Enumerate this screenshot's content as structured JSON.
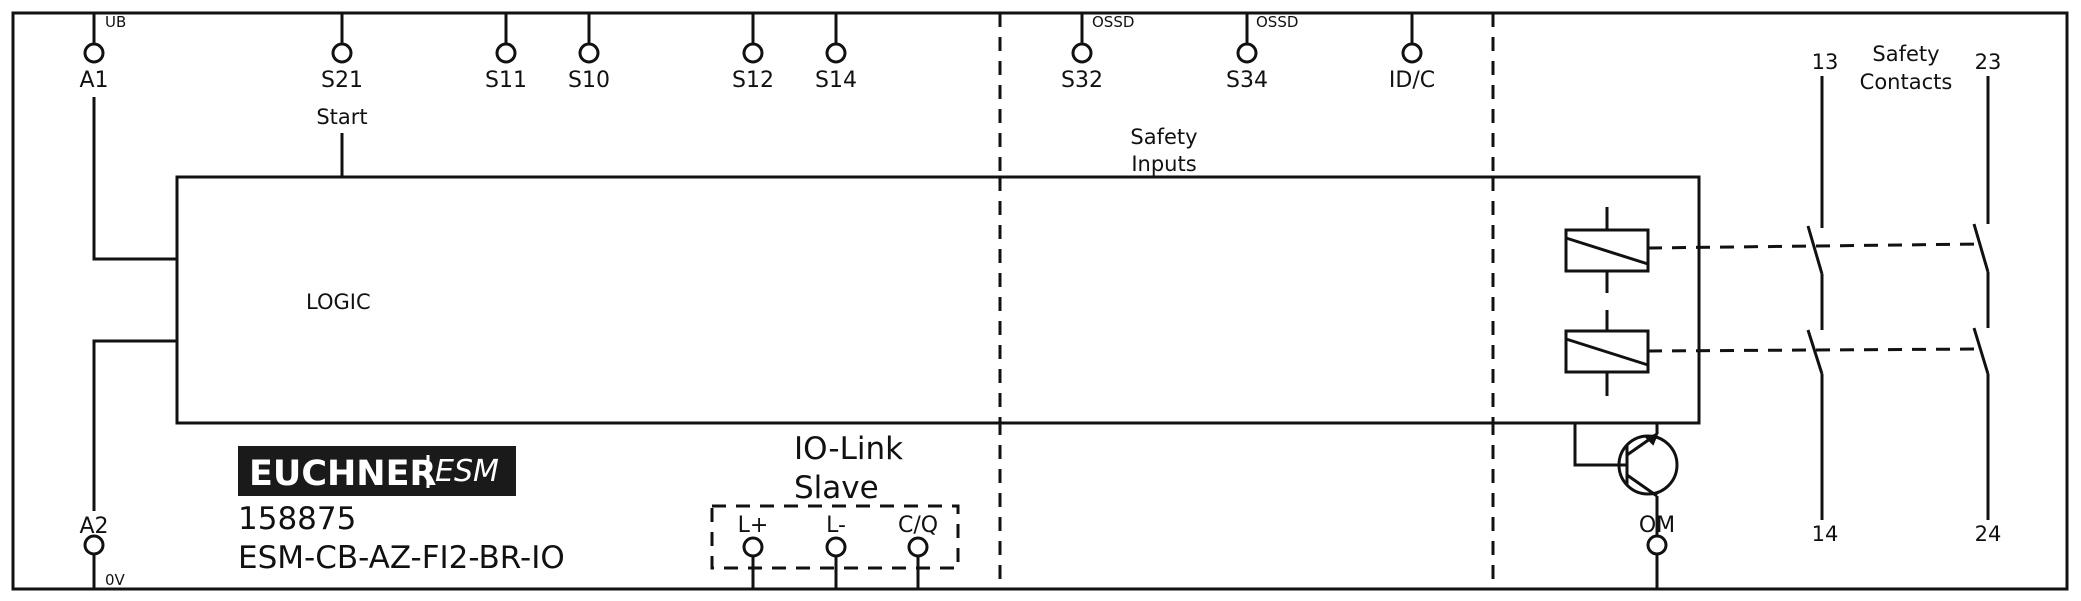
{
  "terminals": {
    "a1": "A1",
    "a2": "A2",
    "s21": "S21",
    "s11": "S11",
    "s10": "S10",
    "s12": "S12",
    "s14": "S14",
    "s32": "S32",
    "s34": "S34",
    "idc": "ID/C",
    "lplus": "L+",
    "lminus": "L-",
    "cq": "C/Q",
    "om": "OM",
    "c13": "13",
    "c23": "23",
    "c14": "14",
    "c24": "24"
  },
  "annotations": {
    "ub": "UB",
    "zero_v": "0V",
    "ossd_1": "OSSD",
    "ossd_2": "OSSD",
    "start": "Start",
    "logic": "LOGIC",
    "safety_inputs_1": "Safety",
    "safety_inputs_2": "Inputs",
    "safety_contacts_1": "Safety",
    "safety_contacts_2": "Contacts",
    "iolink_1": "IO-Link",
    "iolink_2": "Slave"
  },
  "brand": {
    "name": "EUCHNER",
    "sub": "ESM",
    "part_number": "158875",
    "model": "ESM-CB-AZ-FI2-BR-IO"
  }
}
